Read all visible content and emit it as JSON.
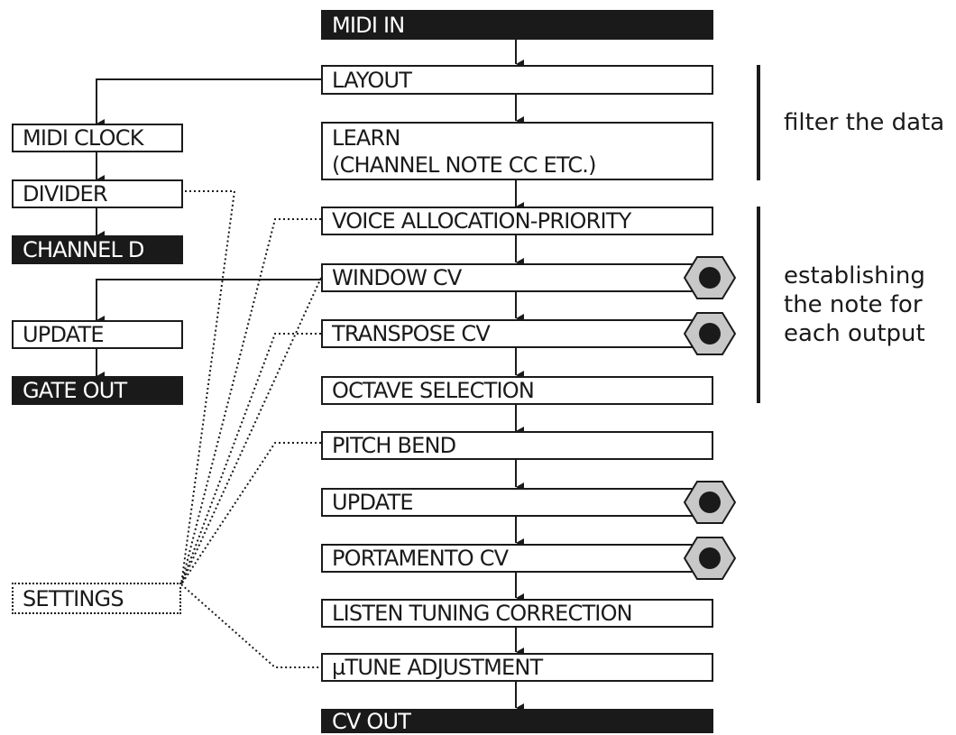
{
  "main_chain": {
    "midi_in": "MIDI IN",
    "layout": "LAYOUT",
    "learn_line1": "LEARN",
    "learn_line2": "(CHANNEL  NOTE  CC  ETC.)",
    "voice_allocation": "VOICE ALLOCATION-PRIORITY",
    "window_cv": "WINDOW CV",
    "transpose_cv": "TRANSPOSE CV",
    "octave_selection": "OCTAVE SELECTION",
    "pitch_bend": "PITCH BEND",
    "update": "UPDATE",
    "portamento_cv": "PORTAMENTO CV",
    "listen_tuning": "LISTEN TUNING CORRECTION",
    "mutune": "µTUNE ADJUSTMENT",
    "cv_out": "CV OUT"
  },
  "side_chain": {
    "midi_clock": "MIDI CLOCK",
    "divider": "DIVIDER",
    "channel_d": "CHANNEL D",
    "update": "UPDATE",
    "gate_out": "GATE OUT",
    "settings": "SETTINGS"
  },
  "notes": {
    "filter_line1": "filter the data",
    "establish_line1": "establishing",
    "establish_line2": "the note for",
    "establish_line3": "each output"
  },
  "colors": {
    "ink": "#1a1a1a",
    "jack_body": "#c8c8c8"
  },
  "icons": {
    "jack": "hex-jack-socket-icon",
    "arrow": "arrow-down-icon"
  }
}
